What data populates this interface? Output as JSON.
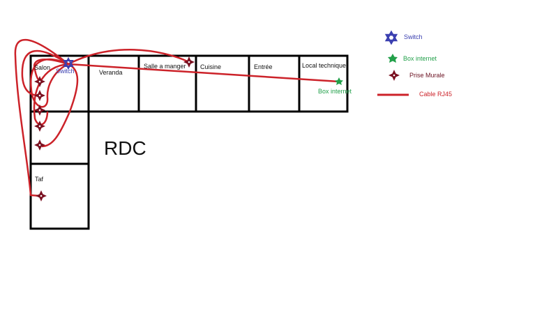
{
  "title": "RDC",
  "rooms": [
    "Salon",
    "Veranda",
    "Salle a manger",
    "Cuisine",
    "Entrée",
    "Local technique",
    "Taf"
  ],
  "devices": {
    "switch": "Switch",
    "box": "Box internet"
  },
  "legend": [
    {
      "label": "Switch",
      "icon": "star-of-david-icon",
      "color": "#3a3fb0"
    },
    {
      "label": "Box internet",
      "icon": "star-icon",
      "color": "#22a04a"
    },
    {
      "label": "Prise Murale",
      "icon": "four-point-star-icon",
      "color": "#7a1020"
    },
    {
      "label": "Cable RJ45",
      "icon": "red-line-icon",
      "color": "#cc2229"
    }
  ]
}
